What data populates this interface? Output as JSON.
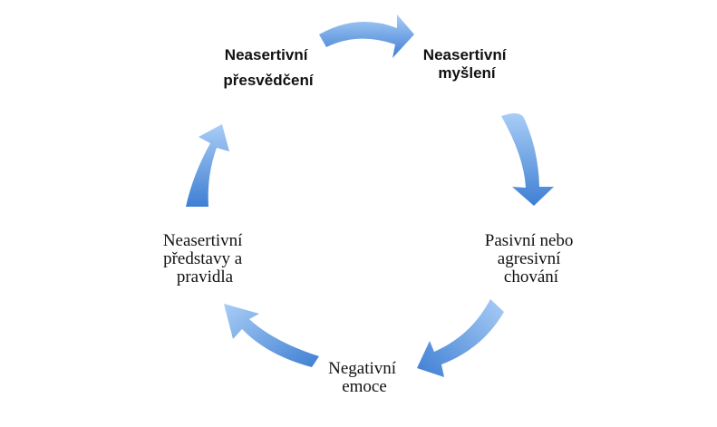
{
  "diagram": {
    "type": "cycle",
    "nodes": [
      {
        "id": "belief",
        "lines": [
          "Neasertivní",
          "přesvědčení"
        ],
        "color": "#e2001a",
        "bold": true
      },
      {
        "id": "thinking",
        "lines": [
          "Neasertivní",
          "myšlení"
        ],
        "color": "#e2001a",
        "bold": true
      },
      {
        "id": "behavior",
        "lines": [
          "Pasivní nebo",
          "agresivní",
          "chování"
        ],
        "color": "#111111",
        "bold": false
      },
      {
        "id": "emotion",
        "lines": [
          "Negativní",
          "emoce"
        ],
        "color": "#111111",
        "bold": false
      },
      {
        "id": "ideas",
        "lines": [
          "Neasertivní",
          "představy a",
          "pravidla"
        ],
        "color": "#111111",
        "bold": false
      }
    ],
    "edges": [
      {
        "from": "belief",
        "to": "thinking"
      },
      {
        "from": "thinking",
        "to": "behavior"
      },
      {
        "from": "behavior",
        "to": "emotion"
      },
      {
        "from": "emotion",
        "to": "ideas"
      },
      {
        "from": "ideas",
        "to": "belief"
      }
    ],
    "arrow_colors": {
      "light": "#a9cdf6",
      "dark": "#3f7fd3"
    }
  }
}
